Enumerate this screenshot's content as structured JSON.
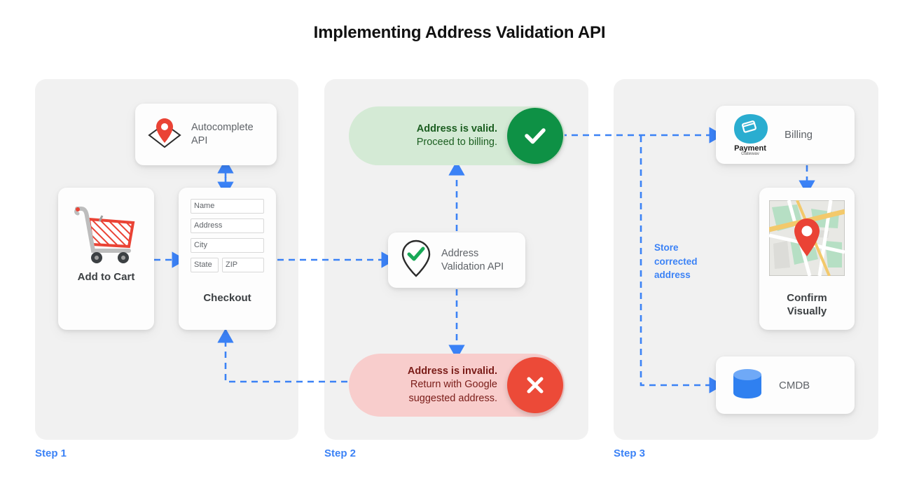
{
  "page": {
    "title": "Implementing Address Validation API",
    "accent_blue": "#3B82F6",
    "panel_bg": "#F1F1F1",
    "valid_green": "#0E9145",
    "invalid_red": "#EC4A38"
  },
  "steps": [
    {
      "label": "Step 1"
    },
    {
      "label": "Step 2"
    },
    {
      "label": "Step 3"
    }
  ],
  "step1": {
    "autocomplete": {
      "label": "Autocomplete API",
      "label_line1": "Autocomplete",
      "label_line2": "API",
      "icon": "map-pin-red-icon"
    },
    "cart": {
      "caption": "Add to Cart",
      "icon": "shopping-cart-icon"
    },
    "checkout": {
      "caption": "Checkout",
      "fields": [
        {
          "name": "name-field",
          "value": "Name"
        },
        {
          "name": "address-field",
          "value": "Address"
        },
        {
          "name": "city-field",
          "value": "City"
        }
      ],
      "state_field": "State",
      "zip_field": "ZIP"
    }
  },
  "step2": {
    "valid_pill": {
      "heading": "Address is valid.",
      "detail": "Proceed to billing.",
      "icon": "check-circle-icon"
    },
    "validation_api": {
      "label_line1": "Address",
      "label_line2": "Validation API",
      "icon": "pin-check-icon"
    },
    "invalid_pill": {
      "heading": "Address is invalid.",
      "detail_line1": "Return with Google",
      "detail_line2": "suggested address.",
      "icon": "close-circle-icon"
    }
  },
  "step3": {
    "billing": {
      "label": "Billing",
      "logo_primary": "Payment",
      "logo_secondary": "Gateway",
      "icon": "payment-gateway-icon"
    },
    "confirm": {
      "caption_line1": "Confirm",
      "caption_line2": "Visually",
      "icon": "map-thumbnail-icon"
    },
    "cmdb": {
      "label": "CMDB",
      "icon": "database-icon"
    },
    "store_label_line1": "Store",
    "store_label_line2": "corrected",
    "store_label_line3": "address"
  }
}
